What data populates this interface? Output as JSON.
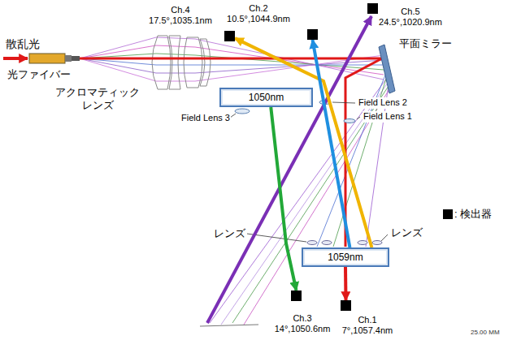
{
  "diagram": {
    "nodes": [
      {
        "text": [
          "Ch.4 17.5°,1035.1nm"
        ]
      },
      {
        "text": [
          "Ch.2 10.5°,1044.9nm"
        ]
      },
      {
        "text": [
          "Ch.5 24.5°,1020.9nm"
        ]
      },
      {
        "text": [
          "1050nm"
        ]
      },
      {
        "text": [
          "1059nm"
        ]
      },
      {
        "text": [
          "Ch.3 14°,1050.6nm"
        ]
      },
      {
        "text": [
          "Ch.1 7°,1057.4nm"
        ]
      }
    ],
    "edges": [
      {
        "from": 4,
        "to": 0,
        "arrow": "to"
      },
      {
        "from": 4,
        "to": 1,
        "arrow": "to"
      },
      {
        "from": 3,
        "to": 5,
        "arrow": "to"
      },
      {
        "from": 4,
        "to": 6,
        "arrow": "to"
      }
    ],
    "labels": [
      "散乱光",
      "光ファイバー",
      "アクロマティック レンズ",
      "平面ミラー",
      "Field Lens 2",
      "Field Lens 3",
      "Field Lens 1",
      "レンズ",
      "レンズ",
      "25.00 MM"
    ],
    "legend": [
      {
        "text": ": 検出器",
        "color": "#000000"
      }
    ]
  }
}
